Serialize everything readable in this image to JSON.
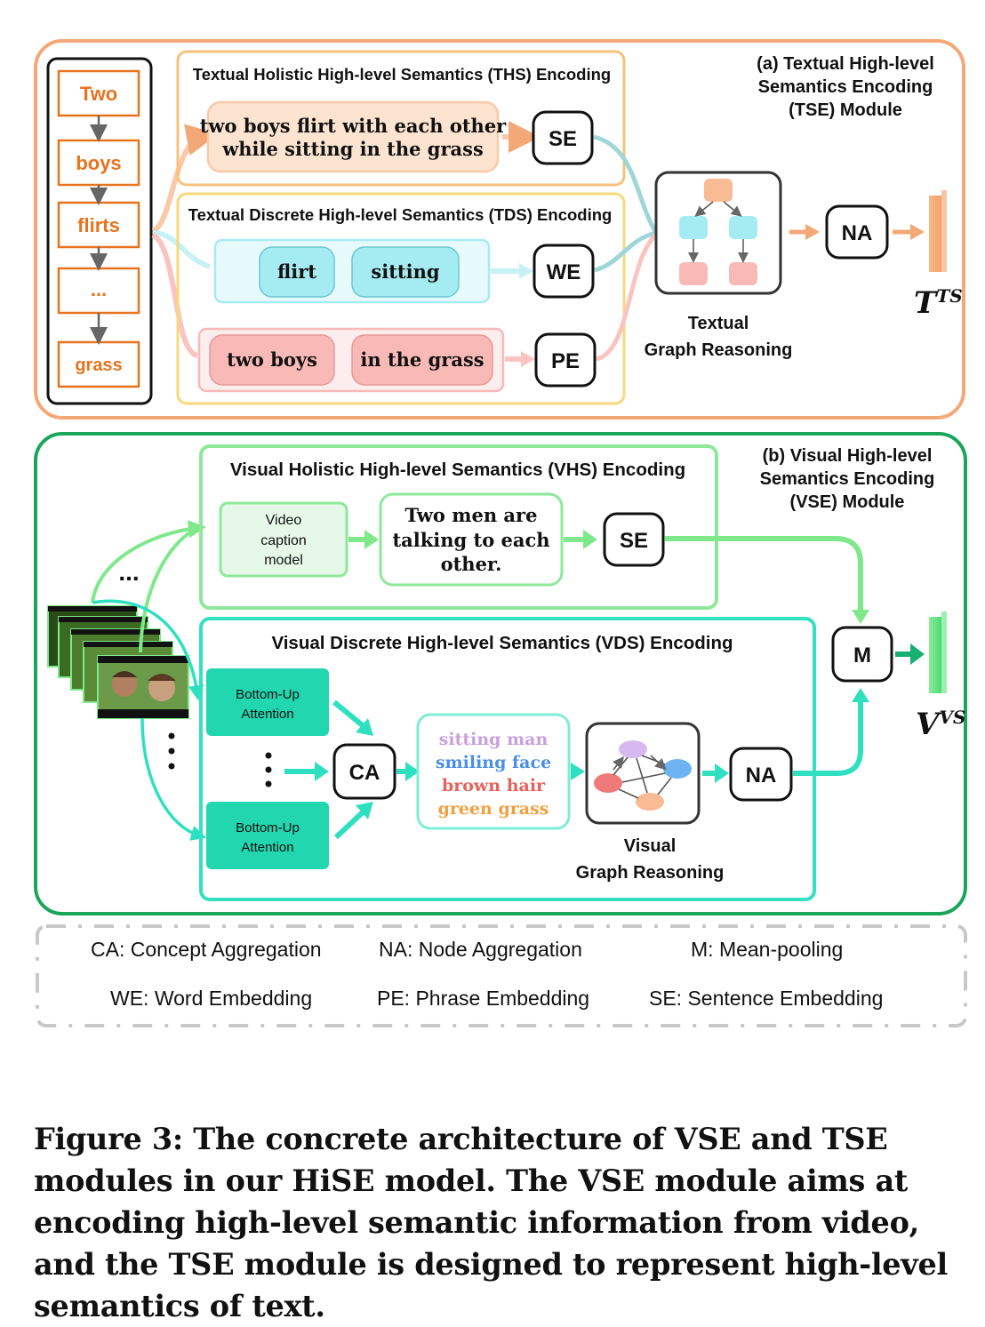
{
  "tse_module": {
    "label_line1": "(a) Textual High-level",
    "label_line2": "Semantics Encoding",
    "label_line3": "(TSE) Module",
    "words": [
      "Two",
      "boys",
      "flirts",
      "...",
      "grass"
    ],
    "ths_title": "Textual Holistic High-level Semantics (THS) Encoding",
    "ths_sentence_line1": "two boys flirt with each other",
    "ths_sentence_line2": "while sitting in the grass",
    "se": "SE",
    "tds_title": "Textual Discrete  High-level Semantics (TDS) Encoding",
    "verbs": [
      "flirt",
      "sitting"
    ],
    "we": "WE",
    "phrases": [
      "two boys",
      "in the grass"
    ],
    "pe": "PE",
    "graph_label_line1": "Textual",
    "graph_label_line2": "Graph Reasoning",
    "na": "NA",
    "output_main": "T",
    "output_sup": "TS"
  },
  "vse_module": {
    "label_line1": "(b) Visual High-level",
    "label_line2": "Semantics Encoding",
    "label_line3": "(VSE)  Module",
    "vhs_title": "Visual Holistic High-level Semantics (VHS) Encoding",
    "caption_model": [
      "Video",
      "caption",
      "model"
    ],
    "caption_text": [
      "Two men are",
      "talking to each",
      "other."
    ],
    "se": "SE",
    "vds_title": "Visual Discrete High-level Semantics (VDS) Encoding",
    "attention_line1": "Bottom-Up",
    "attention_line2": "Attention",
    "ca": "CA",
    "concepts": [
      {
        "text": "sitting man",
        "color": "#c9a0dc"
      },
      {
        "text": "smiling face",
        "color": "#4a90e2"
      },
      {
        "text": "brown hair",
        "color": "#e8625b"
      },
      {
        "text": "green grass",
        "color": "#f0a040"
      }
    ],
    "graph_label_line1": "Visual",
    "graph_label_line2": "Graph Reasoning",
    "na": "NA",
    "m": "M",
    "output_main": "V",
    "output_sup": "VS",
    "ellipsis": "..."
  },
  "legend": [
    "CA: Concept Aggregation",
    "NA: Node Aggregation",
    "M: Mean-pooling",
    "WE: Word Embedding",
    "PE: Phrase Embedding",
    "SE: Sentence Embedding"
  ],
  "caption": "Figure 3: The concrete architecture of VSE and TSE modules in our HiSE model. The VSE module aims at encoding high-level semantic information from video, and the TSE module is designed to represent high-level semantics of text.",
  "colors": {
    "tse_border": "#f5a877",
    "vse_border": "#1aa65a",
    "orange_word": "#e8731e",
    "ths_box": "#f7c27a",
    "sentence_fill": "#fde4d0",
    "tds_box": "#f6d97a",
    "verb_fill": "#a5ecf2",
    "phrase_fill": "#f8b9b7",
    "vhs_box": "#8ee89a",
    "vds_box": "#33e0c0",
    "attention_fill": "#22d6b0"
  }
}
